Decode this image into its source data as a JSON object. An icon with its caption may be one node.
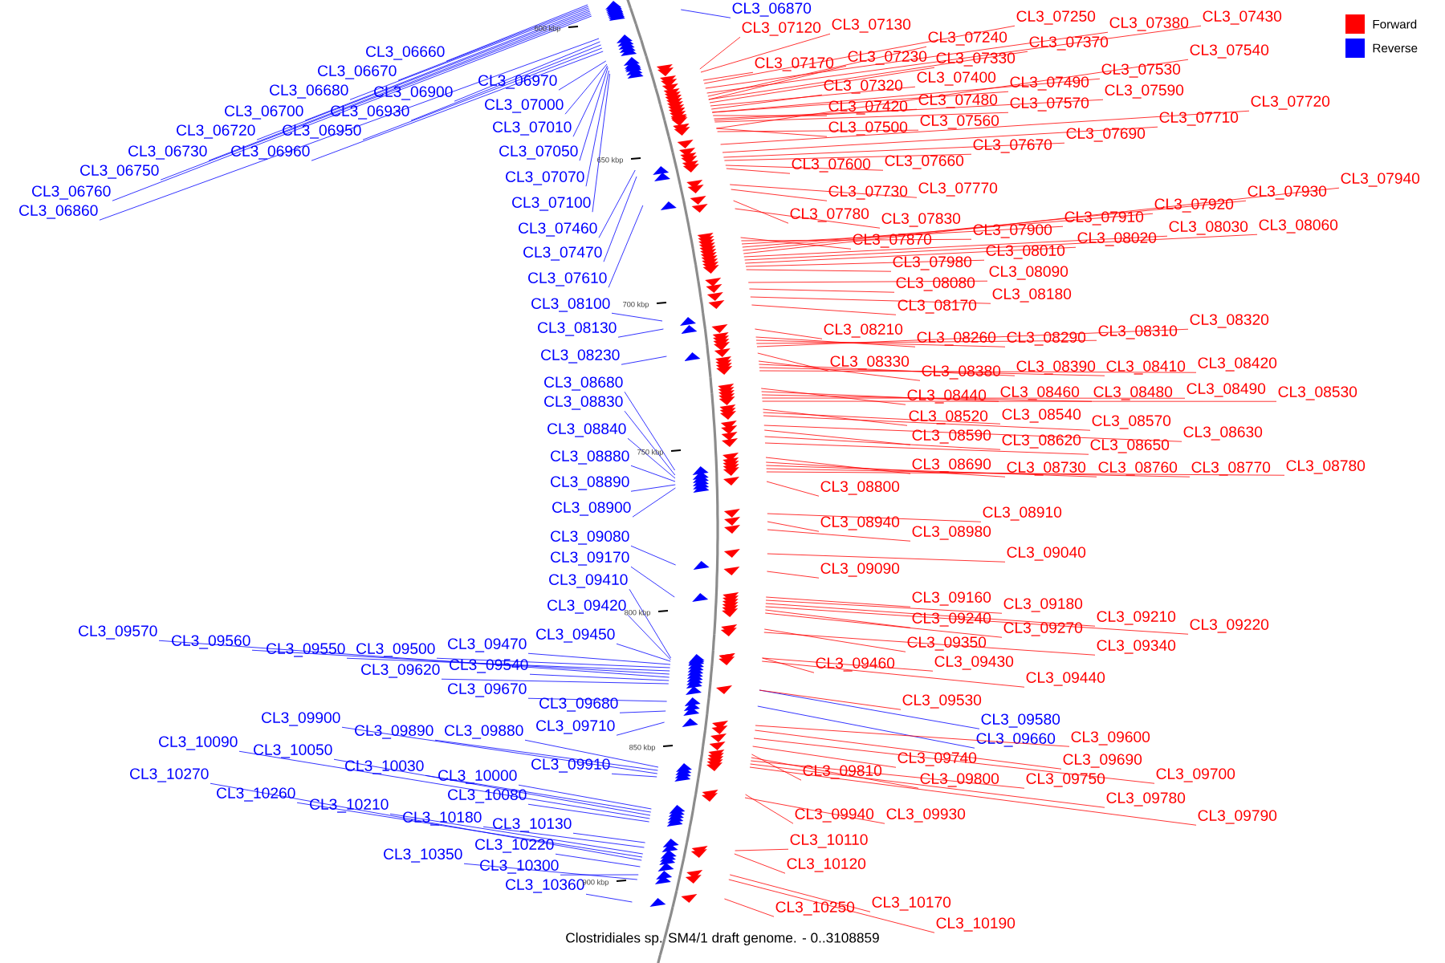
{
  "diagram": {
    "caption": "Clostridiales sp. SM4/1 draft genome. - 0..3108859",
    "nodes": [
      {
        "text": [
          "CL3_06660"
        ]
      },
      {
        "text": [
          "CL3_06670"
        ]
      },
      {
        "text": [
          "CL3_06680"
        ]
      },
      {
        "text": [
          "CL3_06700"
        ]
      },
      {
        "text": [
          "CL3_06720"
        ]
      },
      {
        "text": [
          "CL3_06730"
        ]
      },
      {
        "text": [
          "CL3_06750"
        ]
      },
      {
        "text": [
          "CL3_06760"
        ]
      },
      {
        "text": [
          "CL3_06860"
        ]
      },
      {
        "text": [
          "CL3_06900"
        ]
      },
      {
        "text": [
          "CL3_06930"
        ]
      },
      {
        "text": [
          "CL3_06950"
        ]
      },
      {
        "text": [
          "CL3_06960"
        ]
      },
      {
        "text": [
          "CL3_06970"
        ]
      },
      {
        "text": [
          "CL3_07000"
        ]
      },
      {
        "text": [
          "CL3_07010"
        ]
      },
      {
        "text": [
          "CL3_07050"
        ]
      },
      {
        "text": [
          "CL3_07070"
        ]
      },
      {
        "text": [
          "CL3_07100"
        ]
      },
      {
        "text": [
          "CL3_07460"
        ]
      },
      {
        "text": [
          "CL3_07470"
        ]
      },
      {
        "text": [
          "CL3_07610"
        ]
      },
      {
        "text": [
          "CL3_08100"
        ]
      },
      {
        "text": [
          "CL3_08130"
        ]
      },
      {
        "text": [
          "CL3_08230"
        ]
      },
      {
        "text": [
          "CL3_08680"
        ]
      },
      {
        "text": [
          "CL3_08830"
        ]
      },
      {
        "text": [
          "CL3_08840"
        ]
      },
      {
        "text": [
          "CL3_08880"
        ]
      },
      {
        "text": [
          "CL3_08890"
        ]
      },
      {
        "text": [
          "CL3_08900"
        ]
      },
      {
        "text": [
          "CL3_09080"
        ]
      },
      {
        "text": [
          "CL3_09170"
        ]
      },
      {
        "text": [
          "CL3_09410"
        ]
      },
      {
        "text": [
          "CL3_09420"
        ]
      },
      {
        "text": [
          "CL3_09450"
        ]
      },
      {
        "text": [
          "CL3_09470"
        ]
      },
      {
        "text": [
          "CL3_09500"
        ]
      },
      {
        "text": [
          "CL3_09550"
        ]
      },
      {
        "text": [
          "CL3_09560"
        ]
      },
      {
        "text": [
          "CL3_09570"
        ]
      },
      {
        "text": [
          "CL3_09540"
        ]
      },
      {
        "text": [
          "CL3_09620"
        ]
      },
      {
        "text": [
          "CL3_09670"
        ]
      },
      {
        "text": [
          "CL3_09680"
        ]
      },
      {
        "text": [
          "CL3_09710"
        ]
      },
      {
        "text": [
          "CL3_09880"
        ]
      },
      {
        "text": [
          "CL3_09890"
        ]
      },
      {
        "text": [
          "CL3_09900"
        ]
      },
      {
        "text": [
          "CL3_09910"
        ]
      },
      {
        "text": [
          "CL3_10000"
        ]
      },
      {
        "text": [
          "CL3_10030"
        ]
      },
      {
        "text": [
          "CL3_10050"
        ]
      },
      {
        "text": [
          "CL3_10090"
        ]
      },
      {
        "text": [
          "CL3_10080"
        ]
      },
      {
        "text": [
          "CL3_10130"
        ]
      },
      {
        "text": [
          "CL3_10180"
        ]
      },
      {
        "text": [
          "CL3_10210"
        ]
      },
      {
        "text": [
          "CL3_10260"
        ]
      },
      {
        "text": [
          "CL3_10270"
        ]
      },
      {
        "text": [
          "CL3_10220"
        ]
      },
      {
        "text": [
          "CL3_10300"
        ]
      },
      {
        "text": [
          "CL3_10350"
        ]
      },
      {
        "text": [
          "CL3_10360"
        ]
      },
      {
        "text": [
          "CL3_06870"
        ]
      },
      {
        "text": [
          "CL3_09580"
        ]
      },
      {
        "text": [
          "CL3_09660"
        ]
      },
      {
        "text": [
          "CL3_07120"
        ]
      },
      {
        "text": [
          "CL3_07130"
        ]
      },
      {
        "text": [
          "CL3_07250"
        ]
      },
      {
        "text": [
          "CL3_07380"
        ]
      },
      {
        "text": [
          "CL3_07430"
        ]
      },
      {
        "text": [
          "CL3_07240"
        ]
      },
      {
        "text": [
          "CL3_07370"
        ]
      },
      {
        "text": [
          "CL3_07170"
        ]
      },
      {
        "text": [
          "CL3_07230"
        ]
      },
      {
        "text": [
          "CL3_07330"
        ]
      },
      {
        "text": [
          "CL3_07540"
        ]
      },
      {
        "text": [
          "CL3_07530"
        ]
      },
      {
        "text": [
          "CL3_07320"
        ]
      },
      {
        "text": [
          "CL3_07400"
        ]
      },
      {
        "text": [
          "CL3_07490"
        ]
      },
      {
        "text": [
          "CL3_07590"
        ]
      },
      {
        "text": [
          "CL3_07420"
        ]
      },
      {
        "text": [
          "CL3_07480"
        ]
      },
      {
        "text": [
          "CL3_07570"
        ]
      },
      {
        "text": [
          "CL3_07720"
        ]
      },
      {
        "text": [
          "CL3_07710"
        ]
      },
      {
        "text": [
          "CL3_07500"
        ]
      },
      {
        "text": [
          "CL3_07560"
        ]
      },
      {
        "text": [
          "CL3_07690"
        ]
      },
      {
        "text": [
          "CL3_07670"
        ]
      },
      {
        "text": [
          "CL3_07600"
        ]
      },
      {
        "text": [
          "CL3_07660"
        ]
      },
      {
        "text": [
          "CL3_07730"
        ]
      },
      {
        "text": [
          "CL3_07770"
        ]
      },
      {
        "text": [
          "CL3_07780"
        ]
      },
      {
        "text": [
          "CL3_07830"
        ]
      },
      {
        "text": [
          "CL3_07870"
        ]
      },
      {
        "text": [
          "CL3_07900"
        ]
      },
      {
        "text": [
          "CL3_07910"
        ]
      },
      {
        "text": [
          "CL3_07920"
        ]
      },
      {
        "text": [
          "CL3_07930"
        ]
      },
      {
        "text": [
          "CL3_07940"
        ]
      },
      {
        "text": [
          "CL3_08030"
        ]
      },
      {
        "text": [
          "CL3_08060"
        ]
      },
      {
        "text": [
          "CL3_08020"
        ]
      },
      {
        "text": [
          "CL3_08010"
        ]
      },
      {
        "text": [
          "CL3_07980"
        ]
      },
      {
        "text": [
          "CL3_08090"
        ]
      },
      {
        "text": [
          "CL3_08080"
        ]
      },
      {
        "text": [
          "CL3_08180"
        ]
      },
      {
        "text": [
          "CL3_08170"
        ]
      },
      {
        "text": [
          "CL3_08210"
        ]
      },
      {
        "text": [
          "CL3_08260"
        ]
      },
      {
        "text": [
          "CL3_08290"
        ]
      },
      {
        "text": [
          "CL3_08310"
        ]
      },
      {
        "text": [
          "CL3_08320"
        ]
      },
      {
        "text": [
          "CL3_08330"
        ]
      },
      {
        "text": [
          "CL3_08380"
        ]
      },
      {
        "text": [
          "CL3_08390"
        ]
      },
      {
        "text": [
          "CL3_08410"
        ]
      },
      {
        "text": [
          "CL3_08420"
        ]
      },
      {
        "text": [
          "CL3_08440"
        ]
      },
      {
        "text": [
          "CL3_08460"
        ]
      },
      {
        "text": [
          "CL3_08480"
        ]
      },
      {
        "text": [
          "CL3_08490"
        ]
      },
      {
        "text": [
          "CL3_08530"
        ]
      },
      {
        "text": [
          "CL3_08520"
        ]
      },
      {
        "text": [
          "CL3_08540"
        ]
      },
      {
        "text": [
          "CL3_08570"
        ]
      },
      {
        "text": [
          "CL3_08630"
        ]
      },
      {
        "text": [
          "CL3_08590"
        ]
      },
      {
        "text": [
          "CL3_08620"
        ]
      },
      {
        "text": [
          "CL3_08650"
        ]
      },
      {
        "text": [
          "CL3_08690"
        ]
      },
      {
        "text": [
          "CL3_08730"
        ]
      },
      {
        "text": [
          "CL3_08760"
        ]
      },
      {
        "text": [
          "CL3_08770"
        ]
      },
      {
        "text": [
          "CL3_08780"
        ]
      },
      {
        "text": [
          "CL3_08800"
        ]
      },
      {
        "text": [
          "CL3_08910"
        ]
      },
      {
        "text": [
          "CL3_08940"
        ]
      },
      {
        "text": [
          "CL3_08980"
        ]
      },
      {
        "text": [
          "CL3_09040"
        ]
      },
      {
        "text": [
          "CL3_09090"
        ]
      },
      {
        "text": [
          "CL3_09160"
        ]
      },
      {
        "text": [
          "CL3_09180"
        ]
      },
      {
        "text": [
          "CL3_09210"
        ]
      },
      {
        "text": [
          "CL3_09220"
        ]
      },
      {
        "text": [
          "CL3_09240"
        ]
      },
      {
        "text": [
          "CL3_09270"
        ]
      },
      {
        "text": [
          "CL3_09350"
        ]
      },
      {
        "text": [
          "CL3_09340"
        ]
      },
      {
        "text": [
          "CL3_09460"
        ]
      },
      {
        "text": [
          "CL3_09430"
        ]
      },
      {
        "text": [
          "CL3_09440"
        ]
      },
      {
        "text": [
          "CL3_09530"
        ]
      },
      {
        "text": [
          "CL3_09600"
        ]
      },
      {
        "text": [
          "CL3_09690"
        ]
      },
      {
        "text": [
          "CL3_09700"
        ]
      },
      {
        "text": [
          "CL3_09740"
        ]
      },
      {
        "text": [
          "CL3_09810"
        ]
      },
      {
        "text": [
          "CL3_09800"
        ]
      },
      {
        "text": [
          "CL3_09750"
        ]
      },
      {
        "text": [
          "CL3_09780"
        ]
      },
      {
        "text": [
          "CL3_09790"
        ]
      },
      {
        "text": [
          "CL3_09940"
        ]
      },
      {
        "text": [
          "CL3_09930"
        ]
      },
      {
        "text": [
          "CL3_10110"
        ]
      },
      {
        "text": [
          "CL3_10120"
        ]
      },
      {
        "text": [
          "CL3_10250"
        ]
      },
      {
        "text": [
          "CL3_10170"
        ]
      },
      {
        "text": [
          "CL3_10190"
        ]
      }
    ],
    "edges": [
      {
        "from": 0,
        "to": null,
        "arrow": "none",
        "color": "#0000ff"
      },
      {
        "from": 1,
        "to": null,
        "arrow": "none",
        "color": "#0000ff"
      },
      {
        "from": 2,
        "to": null,
        "arrow": "none",
        "color": "#0000ff"
      },
      {
        "from": 3,
        "to": null,
        "arrow": "none",
        "color": "#0000ff"
      },
      {
        "from": 4,
        "to": null,
        "arrow": "none",
        "color": "#0000ff"
      },
      {
        "from": 5,
        "to": null,
        "arrow": "none",
        "color": "#0000ff"
      },
      {
        "from": 6,
        "to": null,
        "arrow": "none",
        "color": "#0000ff"
      },
      {
        "from": 7,
        "to": null,
        "arrow": "none",
        "color": "#0000ff"
      },
      {
        "from": 8,
        "to": null,
        "arrow": "none",
        "color": "#0000ff"
      },
      {
        "from": 9,
        "to": null,
        "arrow": "none",
        "color": "#0000ff"
      },
      {
        "from": 10,
        "to": null,
        "arrow": "none",
        "color": "#0000ff"
      },
      {
        "from": 11,
        "to": null,
        "arrow": "none",
        "color": "#0000ff"
      },
      {
        "from": 12,
        "to": null,
        "arrow": "none",
        "color": "#0000ff"
      },
      {
        "from": 13,
        "to": null,
        "arrow": "none",
        "color": "#0000ff"
      },
      {
        "from": 14,
        "to": null,
        "arrow": "none",
        "color": "#0000ff"
      },
      {
        "from": 15,
        "to": null,
        "arrow": "none",
        "color": "#0000ff"
      },
      {
        "from": 16,
        "to": null,
        "arrow": "none",
        "color": "#0000ff"
      },
      {
        "from": 17,
        "to": null,
        "arrow": "none",
        "color": "#0000ff"
      },
      {
        "from": 18,
        "to": null,
        "arrow": "none",
        "color": "#0000ff"
      },
      {
        "from": 19,
        "to": null,
        "arrow": "none",
        "color": "#0000ff"
      },
      {
        "from": 20,
        "to": null,
        "arrow": "none",
        "color": "#0000ff"
      },
      {
        "from": 21,
        "to": null,
        "arrow": "none",
        "color": "#0000ff"
      },
      {
        "from": 22,
        "to": null,
        "arrow": "none",
        "color": "#0000ff"
      },
      {
        "from": 23,
        "to": null,
        "arrow": "none",
        "color": "#0000ff"
      },
      {
        "from": 24,
        "to": null,
        "arrow": "none",
        "color": "#0000ff"
      },
      {
        "from": 25,
        "to": null,
        "arrow": "none",
        "color": "#0000ff"
      },
      {
        "from": 26,
        "to": null,
        "arrow": "none",
        "color": "#0000ff"
      },
      {
        "from": 27,
        "to": null,
        "arrow": "none",
        "color": "#0000ff"
      },
      {
        "from": 28,
        "to": null,
        "arrow": "none",
        "color": "#0000ff"
      },
      {
        "from": 29,
        "to": null,
        "arrow": "none",
        "color": "#0000ff"
      },
      {
        "from": 30,
        "to": null,
        "arrow": "none",
        "color": "#0000ff"
      },
      {
        "from": 31,
        "to": null,
        "arrow": "none",
        "color": "#0000ff"
      },
      {
        "from": 32,
        "to": null,
        "arrow": "none",
        "color": "#0000ff"
      },
      {
        "from": 33,
        "to": null,
        "arrow": "none",
        "color": "#0000ff"
      },
      {
        "from": 34,
        "to": null,
        "arrow": "none",
        "color": "#0000ff"
      },
      {
        "from": 35,
        "to": null,
        "arrow": "none",
        "color": "#0000ff"
      },
      {
        "from": 36,
        "to": null,
        "arrow": "none",
        "color": "#0000ff"
      },
      {
        "from": 37,
        "to": null,
        "arrow": "none",
        "color": "#0000ff"
      },
      {
        "from": 38,
        "to": null,
        "arrow": "none",
        "color": "#0000ff"
      },
      {
        "from": 39,
        "to": null,
        "arrow": "none",
        "color": "#0000ff"
      },
      {
        "from": 40,
        "to": null,
        "arrow": "none",
        "color": "#0000ff"
      },
      {
        "from": 41,
        "to": null,
        "arrow": "none",
        "color": "#0000ff"
      },
      {
        "from": 42,
        "to": null,
        "arrow": "none",
        "color": "#0000ff"
      },
      {
        "from": 43,
        "to": null,
        "arrow": "none",
        "color": "#0000ff"
      },
      {
        "from": 44,
        "to": null,
        "arrow": "none",
        "color": "#0000ff"
      },
      {
        "from": 45,
        "to": null,
        "arrow": "none",
        "color": "#0000ff"
      },
      {
        "from": 46,
        "to": null,
        "arrow": "none",
        "color": "#0000ff"
      },
      {
        "from": 47,
        "to": null,
        "arrow": "none",
        "color": "#0000ff"
      },
      {
        "from": 48,
        "to": null,
        "arrow": "none",
        "color": "#0000ff"
      },
      {
        "from": 49,
        "to": null,
        "arrow": "none",
        "color": "#0000ff"
      },
      {
        "from": 50,
        "to": null,
        "arrow": "none",
        "color": "#0000ff"
      },
      {
        "from": 51,
        "to": null,
        "arrow": "none",
        "color": "#0000ff"
      },
      {
        "from": 52,
        "to": null,
        "arrow": "none",
        "color": "#0000ff"
      },
      {
        "from": 53,
        "to": null,
        "arrow": "none",
        "color": "#0000ff"
      },
      {
        "from": 54,
        "to": null,
        "arrow": "none",
        "color": "#0000ff"
      },
      {
        "from": 55,
        "to": null,
        "arrow": "none",
        "color": "#0000ff"
      },
      {
        "from": 56,
        "to": null,
        "arrow": "none",
        "color": "#0000ff"
      },
      {
        "from": 57,
        "to": null,
        "arrow": "none",
        "color": "#0000ff"
      },
      {
        "from": 58,
        "to": null,
        "arrow": "none",
        "color": "#0000ff"
      },
      {
        "from": 59,
        "to": null,
        "arrow": "none",
        "color": "#0000ff"
      },
      {
        "from": 60,
        "to": null,
        "arrow": "none",
        "color": "#0000ff"
      },
      {
        "from": 61,
        "to": null,
        "arrow": "none",
        "color": "#0000ff"
      },
      {
        "from": 62,
        "to": null,
        "arrow": "none",
        "color": "#0000ff"
      },
      {
        "from": 63,
        "to": null,
        "arrow": "none",
        "color": "#0000ff"
      },
      {
        "from": 64,
        "to": null,
        "arrow": "none",
        "color": "#0000ff"
      },
      {
        "from": 65,
        "to": null,
        "arrow": "none",
        "color": "#0000ff"
      },
      {
        "from": 66,
        "to": null,
        "arrow": "none",
        "color": "#0000ff"
      },
      {
        "from": 67,
        "to": null,
        "arrow": "none"
      },
      {
        "from": 68,
        "to": null,
        "arrow": "none"
      },
      {
        "from": 69,
        "to": null,
        "arrow": "none"
      },
      {
        "from": 70,
        "to": null,
        "arrow": "none"
      },
      {
        "from": 71,
        "to": null,
        "arrow": "none"
      },
      {
        "from": 72,
        "to": null,
        "arrow": "none"
      },
      {
        "from": 73,
        "to": null,
        "arrow": "none"
      },
      {
        "from": 74,
        "to": null,
        "arrow": "none"
      },
      {
        "from": 75,
        "to": null,
        "arrow": "none"
      },
      {
        "from": 76,
        "to": null,
        "arrow": "none"
      },
      {
        "from": 77,
        "to": null,
        "arrow": "none"
      },
      {
        "from": 78,
        "to": null,
        "arrow": "none"
      },
      {
        "from": 79,
        "to": null,
        "arrow": "none"
      },
      {
        "from": 80,
        "to": null,
        "arrow": "none"
      },
      {
        "from": 81,
        "to": null,
        "arrow": "none"
      },
      {
        "from": 82,
        "to": null,
        "arrow": "none"
      },
      {
        "from": 83,
        "to": null,
        "arrow": "none"
      },
      {
        "from": 84,
        "to": null,
        "arrow": "none"
      },
      {
        "from": 85,
        "to": null,
        "arrow": "none"
      },
      {
        "from": 86,
        "to": null,
        "arrow": "none"
      },
      {
        "from": 87,
        "to": null,
        "arrow": "none"
      },
      {
        "from": 88,
        "to": null,
        "arrow": "none"
      },
      {
        "from": 89,
        "to": null,
        "arrow": "none"
      },
      {
        "from": 90,
        "to": null,
        "arrow": "none"
      },
      {
        "from": 91,
        "to": null,
        "arrow": "none"
      },
      {
        "from": 92,
        "to": null,
        "arrow": "none"
      },
      {
        "from": 93,
        "to": null,
        "arrow": "none"
      },
      {
        "from": 94,
        "to": null,
        "arrow": "none"
      },
      {
        "from": 95,
        "to": null,
        "arrow": "none"
      },
      {
        "from": 96,
        "to": null,
        "arrow": "none"
      },
      {
        "from": 97,
        "to": null,
        "arrow": "none"
      },
      {
        "from": 98,
        "to": null,
        "arrow": "none"
      },
      {
        "from": 99,
        "to": null,
        "arrow": "none"
      },
      {
        "from": 100,
        "to": null,
        "arrow": "none"
      },
      {
        "from": 101,
        "to": null,
        "arrow": "none"
      },
      {
        "from": 102,
        "to": null,
        "arrow": "none"
      },
      {
        "from": 103,
        "to": null,
        "arrow": "none"
      },
      {
        "from": 104,
        "to": null,
        "arrow": "none"
      },
      {
        "from": 105,
        "to": null,
        "arrow": "none"
      },
      {
        "from": 106,
        "to": null,
        "arrow": "none"
      },
      {
        "from": 107,
        "to": null,
        "arrow": "none"
      },
      {
        "from": 108,
        "to": null,
        "arrow": "none"
      },
      {
        "from": 109,
        "to": null,
        "arrow": "none"
      },
      {
        "from": 110,
        "to": null,
        "arrow": "none"
      },
      {
        "from": 111,
        "to": null,
        "arrow": "none"
      },
      {
        "from": 112,
        "to": null,
        "arrow": "none"
      },
      {
        "from": 113,
        "to": null,
        "arrow": "none"
      },
      {
        "from": 114,
        "to": null,
        "arrow": "none"
      },
      {
        "from": 115,
        "to": null,
        "arrow": "none"
      },
      {
        "from": 116,
        "to": null,
        "arrow": "none"
      },
      {
        "from": 117,
        "to": null,
        "arrow": "none"
      },
      {
        "from": 118,
        "to": null,
        "arrow": "none"
      },
      {
        "from": 119,
        "to": null,
        "arrow": "none"
      },
      {
        "from": 120,
        "to": null,
        "arrow": "none"
      },
      {
        "from": 121,
        "to": null,
        "arrow": "none"
      },
      {
        "from": 122,
        "to": null,
        "arrow": "none"
      },
      {
        "from": 123,
        "to": null,
        "arrow": "none"
      },
      {
        "from": 124,
        "to": null,
        "arrow": "none"
      },
      {
        "from": 125,
        "to": null,
        "arrow": "none"
      },
      {
        "from": 126,
        "to": null,
        "arrow": "none"
      },
      {
        "from": 127,
        "to": null,
        "arrow": "none"
      },
      {
        "from": 128,
        "to": null,
        "arrow": "none"
      },
      {
        "from": 129,
        "to": null,
        "arrow": "none"
      },
      {
        "from": 130,
        "to": null,
        "arrow": "none"
      },
      {
        "from": 131,
        "to": null,
        "arrow": "none"
      },
      {
        "from": 132,
        "to": null,
        "arrow": "none"
      },
      {
        "from": 133,
        "to": null,
        "arrow": "none"
      },
      {
        "from": 134,
        "to": null,
        "arrow": "none"
      },
      {
        "from": 135,
        "to": null,
        "arrow": "none"
      },
      {
        "from": 136,
        "to": null,
        "arrow": "none"
      },
      {
        "from": 137,
        "to": null,
        "arrow": "none"
      },
      {
        "from": 138,
        "to": null,
        "arrow": "none"
      },
      {
        "from": 139,
        "to": null,
        "arrow": "none"
      },
      {
        "from": 140,
        "to": null,
        "arrow": "none"
      },
      {
        "from": 141,
        "to": null,
        "arrow": "none"
      },
      {
        "from": 142,
        "to": null,
        "arrow": "none"
      },
      {
        "from": 143,
        "to": null,
        "arrow": "none"
      },
      {
        "from": 144,
        "to": null,
        "arrow": "none"
      },
      {
        "from": 145,
        "to": null,
        "arrow": "none"
      },
      {
        "from": 146,
        "to": null,
        "arrow": "none"
      },
      {
        "from": 147,
        "to": null,
        "arrow": "none"
      },
      {
        "from": 148,
        "to": null,
        "arrow": "none"
      },
      {
        "from": 149,
        "to": null,
        "arrow": "none"
      },
      {
        "from": 150,
        "to": null,
        "arrow": "none"
      },
      {
        "from": 151,
        "to": null,
        "arrow": "none"
      },
      {
        "from": 152,
        "to": null,
        "arrow": "none"
      },
      {
        "from": 153,
        "to": null,
        "arrow": "none"
      },
      {
        "from": 154,
        "to": null,
        "arrow": "none"
      },
      {
        "from": 155,
        "to": null,
        "arrow": "none"
      },
      {
        "from": 156,
        "to": null,
        "arrow": "none"
      },
      {
        "from": 157,
        "to": null,
        "arrow": "none"
      },
      {
        "from": 158,
        "to": null,
        "arrow": "none"
      },
      {
        "from": 159,
        "to": null,
        "arrow": "none"
      },
      {
        "from": 160,
        "to": null,
        "arrow": "none"
      },
      {
        "from": 161,
        "to": null,
        "arrow": "none"
      },
      {
        "from": 162,
        "to": null,
        "arrow": "none"
      },
      {
        "from": 163,
        "to": null,
        "arrow": "none"
      },
      {
        "from": 164,
        "to": null,
        "arrow": "none"
      },
      {
        "from": 165,
        "to": null,
        "arrow": "none"
      },
      {
        "from": 166,
        "to": null,
        "arrow": "none"
      },
      {
        "from": 167,
        "to": null,
        "arrow": "none"
      },
      {
        "from": 168,
        "to": null,
        "arrow": "none"
      },
      {
        "from": 169,
        "to": null,
        "arrow": "none"
      },
      {
        "from": 170,
        "to": null,
        "arrow": "none"
      },
      {
        "from": 171,
        "to": null,
        "arrow": "none"
      },
      {
        "from": 172,
        "to": null,
        "arrow": "none"
      },
      {
        "from": 173,
        "to": null,
        "arrow": "none"
      }
    ],
    "labels": [
      "600 kbp",
      "650 kbp",
      "700 kbp",
      "750 kbp",
      "800 kbp",
      "850 kbp",
      "900 kbp"
    ],
    "legend": [
      {
        "text": "Forward",
        "color": "#ff0000"
      },
      {
        "text": "Reverse",
        "color": "#0000ff"
      }
    ]
  }
}
